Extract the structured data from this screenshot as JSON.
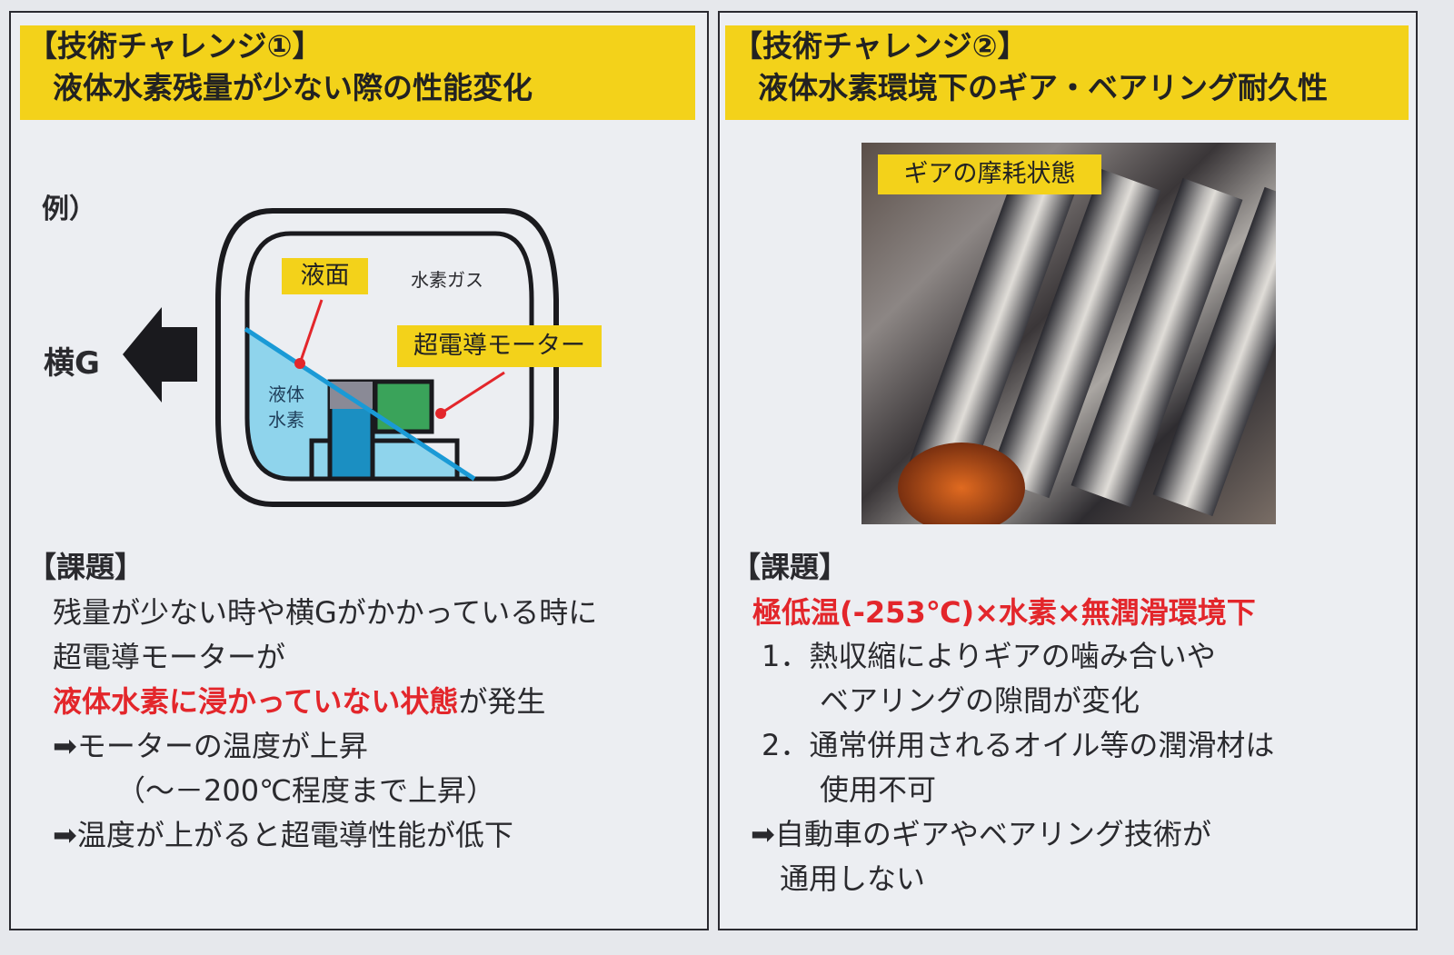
{
  "left": {
    "banner_line1": "【技術チャレンジ①】",
    "banner_line2": "液体水素残量が少ない際の性能変化",
    "example_label": "例）",
    "lateral_g_label": "横G",
    "diagram": {
      "liquid_surface": "液面",
      "hydrogen_gas": "水素ガス",
      "motor": "超電導モーター",
      "liquid_hydrogen_1": "液体",
      "liquid_hydrogen_2": "水素"
    },
    "issue_heading": "【課題】",
    "issue_lines": [
      "残量が少ない時や横Gがかかっている時に",
      "超電導モーターが"
    ],
    "issue_highlight": "液体水素に浸かっていない状態",
    "issue_highlight_suffix": "が発生",
    "result1": "➡モーターの温度が上昇",
    "result1_note": "（～－200℃程度まで上昇）",
    "result2": "➡温度が上がると超電導性能が低下"
  },
  "right": {
    "banner_line1": "【技術チャレンジ②】",
    "banner_line2": "液体水素環境下のギア・ベアリング耐久性",
    "photo_label": "ギアの摩耗状態",
    "issue_heading": "【課題】",
    "issue_highlight": "極低温(-253℃)×水素×無潤滑環境下",
    "items": [
      "1．熱収縮によりギアの噛み合いや",
      "　　ベアリングの隙間が変化",
      "2．通常併用されるオイル等の潤滑材は",
      "　　使用不可"
    ],
    "conclusion1": "➡自動車のギアやベアリング技術が",
    "conclusion2": "　通用しない"
  }
}
